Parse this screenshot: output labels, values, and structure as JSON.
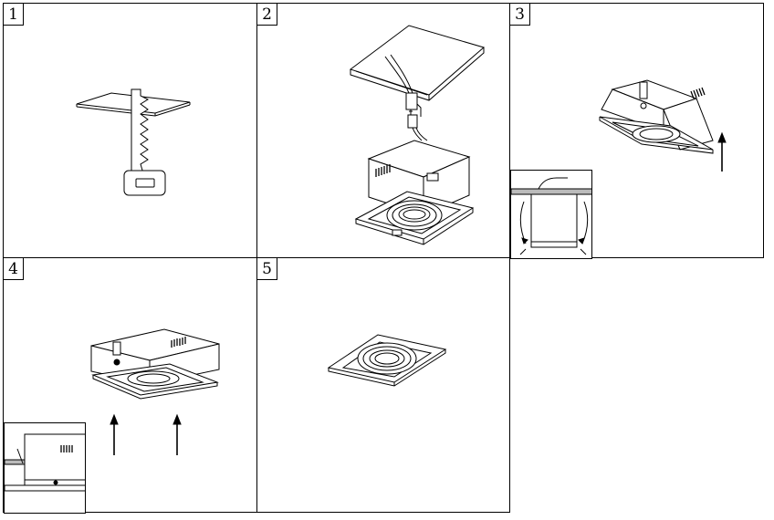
{
  "steps": [
    {
      "label": "1"
    },
    {
      "label": "2"
    },
    {
      "label": "3"
    },
    {
      "label": "4"
    },
    {
      "label": "5"
    }
  ]
}
